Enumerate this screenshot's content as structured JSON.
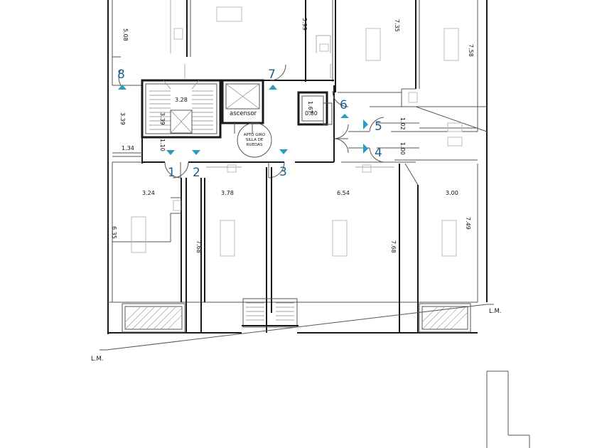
{
  "plan": {
    "labels": {
      "elevator": "ascensor",
      "wheelchair_line1": "APTO GIRO",
      "wheelchair_line2": "SILLA DE",
      "wheelchair_line3": "RUEDAS",
      "lm_right": "L.M.",
      "lm_left": "L.M."
    },
    "units": [
      "1",
      "2",
      "3",
      "4",
      "5",
      "6",
      "7",
      "8"
    ],
    "dimensions": {
      "d508": "5.08",
      "d599": "5.99",
      "d735": "7.35",
      "d758": "7.58",
      "d328": "3.28",
      "d339a": "3.39",
      "d339b": "3.39",
      "d167": "1.67",
      "d080": "0.80",
      "d102": "1.02",
      "d100": "1.00",
      "d110": "1.10",
      "d134": "1.34",
      "d324": "3.24",
      "d378": "3.78",
      "d654": "6.54",
      "d300": "3.00",
      "d635": "6.35",
      "d768a": "7.68",
      "d768b": "7.68",
      "d749": "7.49"
    },
    "colors": {
      "unit_marker": "#2a9cbf",
      "unit_number": "#1e5f8a"
    }
  }
}
